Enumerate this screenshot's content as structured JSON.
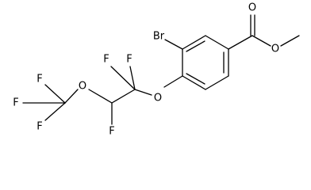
{
  "molecule": {
    "atoms": {
      "o_carbonyl": "O",
      "o_ester": "O",
      "br": "Br",
      "o_ether": "O",
      "f_cf2_upper_left": "F",
      "f_cf2_upper_right": "F",
      "o_ocf3": "O",
      "f_cf3_top": "F",
      "f_cf3_left": "F",
      "f_cf3_bottom": "F",
      "f_chf": "F"
    }
  }
}
